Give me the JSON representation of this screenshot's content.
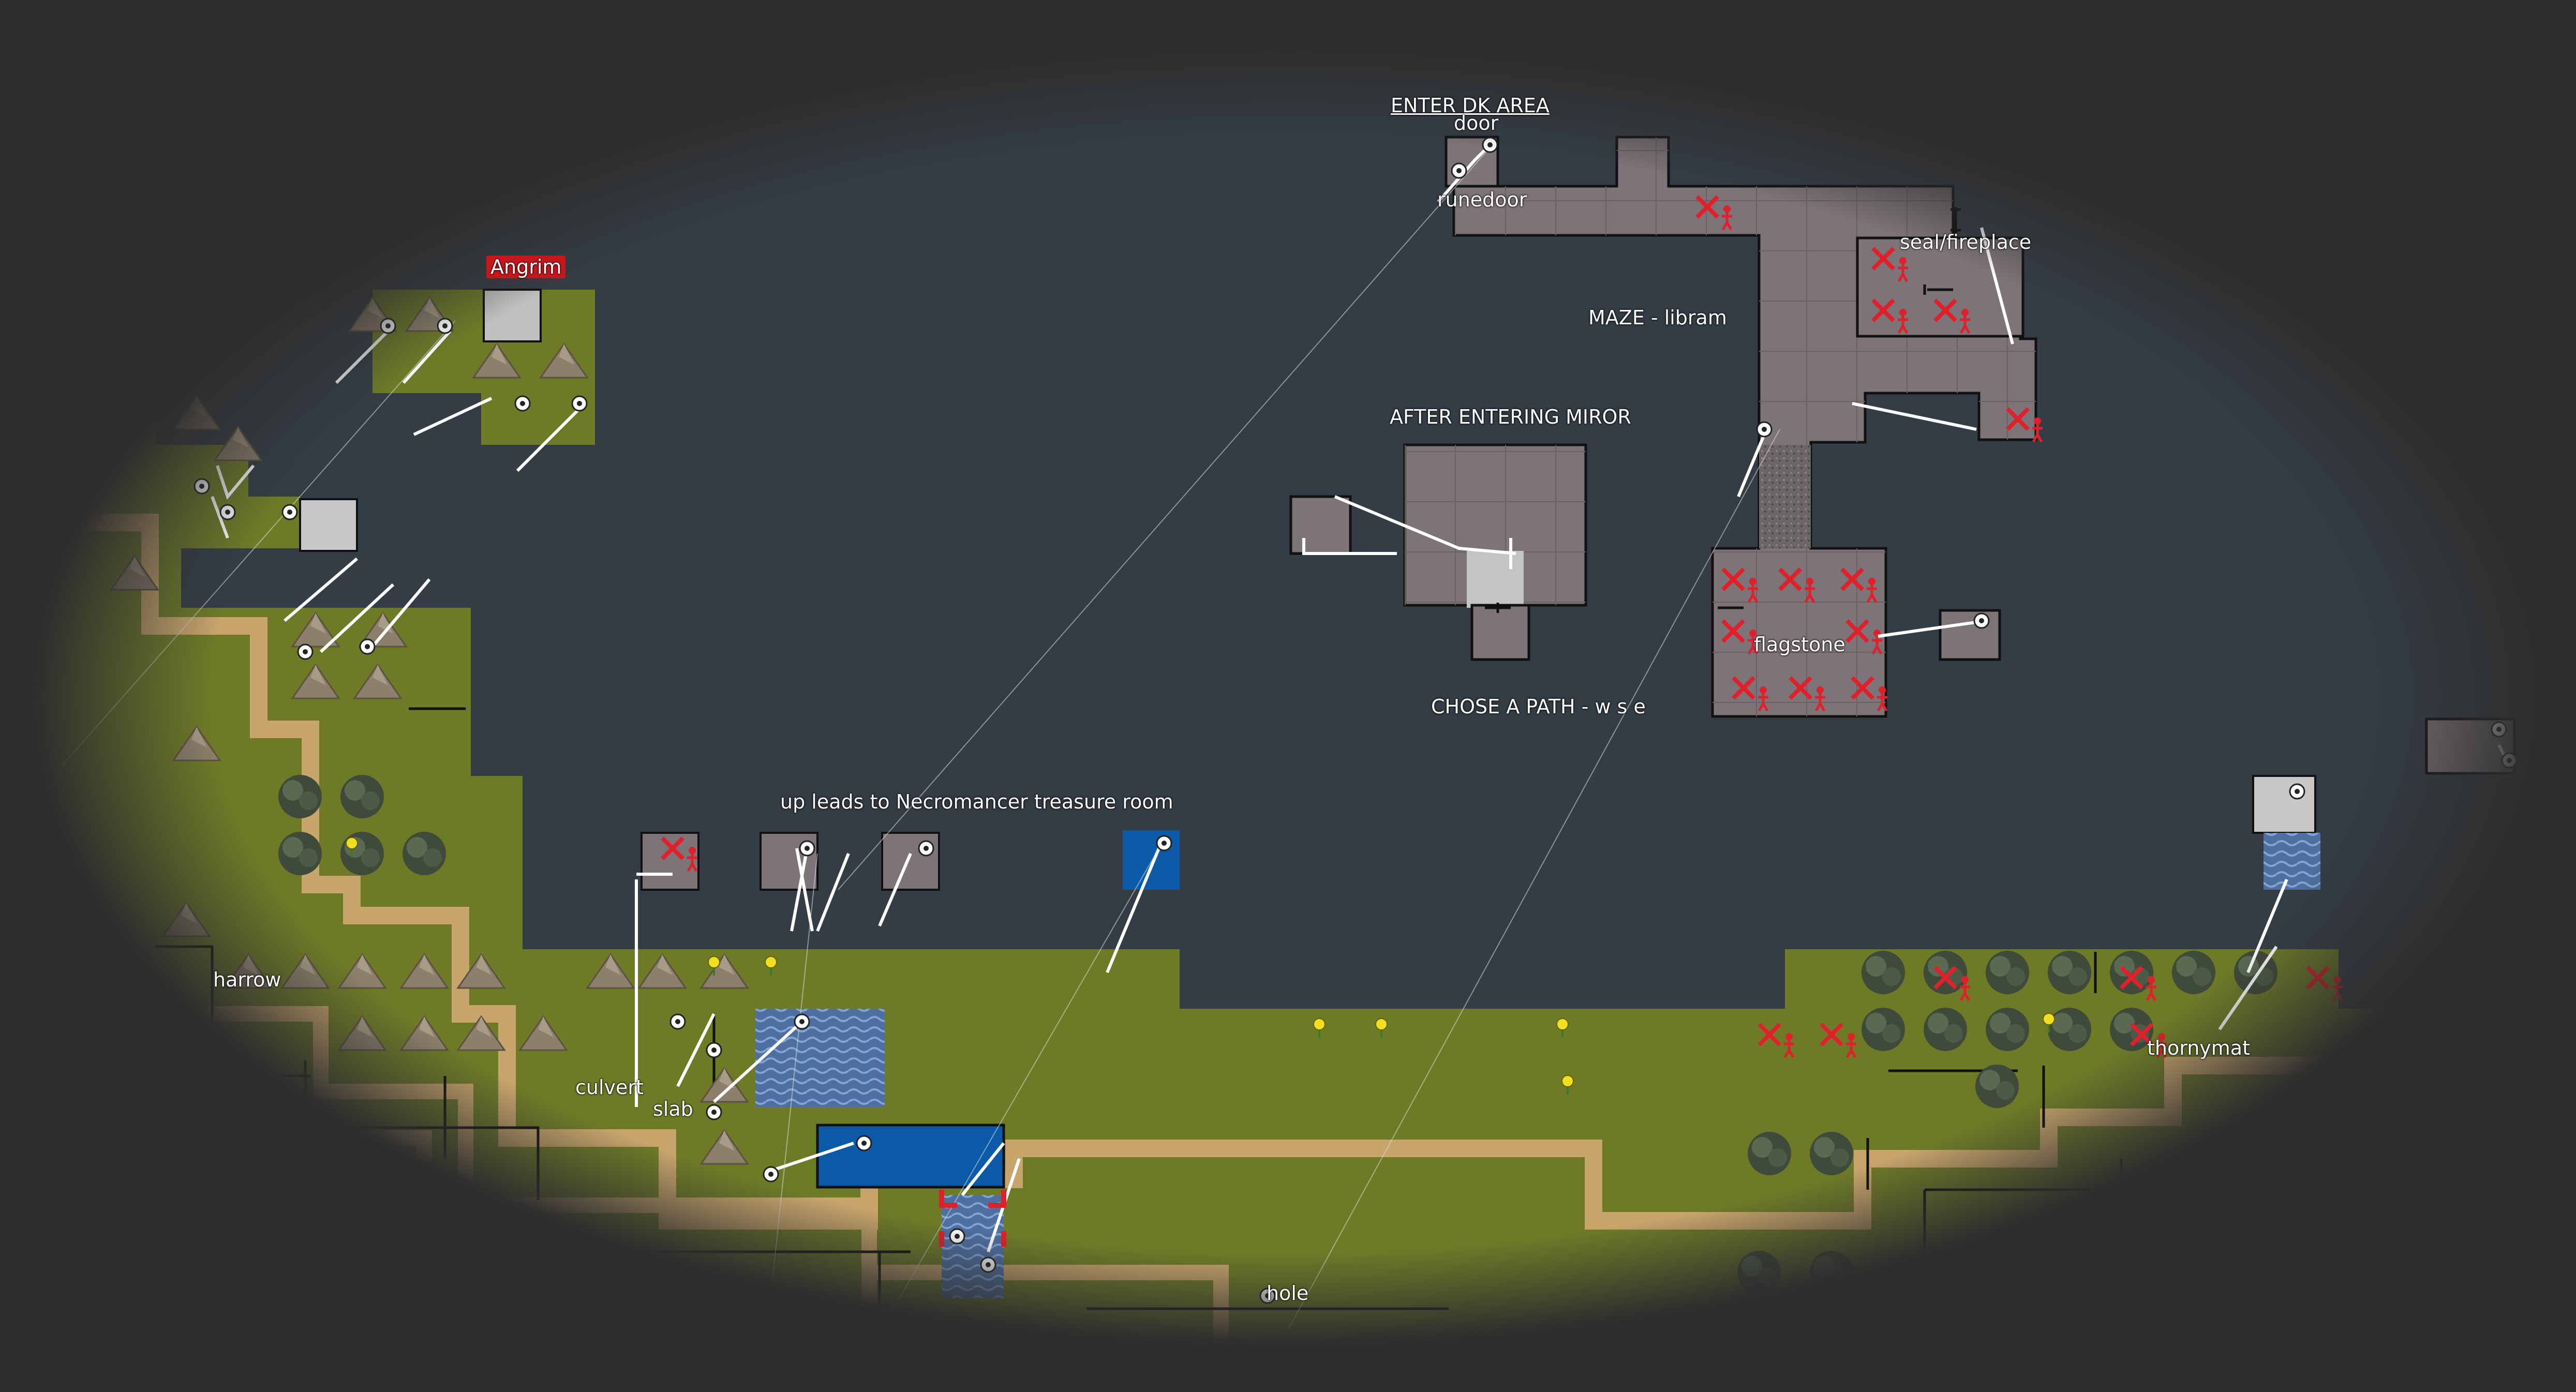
{
  "labels": {
    "angrim": "Angrim",
    "enter_dk_area": "ENTER DK AREA",
    "door": "door",
    "runedoor": "runedoor",
    "seal_fireplace": "seal/fireplace",
    "maze_libram": "MAZE - libram",
    "after_entering_miror": "AFTER ENTERING MIROR",
    "flagstone": "flagstone",
    "chose_a_path": "CHOSE A PATH - w s e",
    "up_leads": "up leads to Necromancer treasure room",
    "harrow": "harrow",
    "culvert": "culvert",
    "slab": "slab",
    "thornymat": "thornymat",
    "hole": "hole"
  },
  "colors": {
    "background": "#2e2e2e",
    "void": "#343d45",
    "grass": "#6f7a27",
    "path": "#c8a56c",
    "floor": "#7d7479",
    "water": "#0b5aa8",
    "marker_red": "#e0202a",
    "arrow": "#ffffff",
    "label_bg_red": "#c8161d"
  },
  "icons": {
    "monster": "red-x-figure-icon",
    "waypoint": "circle-dot-icon",
    "flower": "yellow-flower-icon",
    "rock": "mountain-icon",
    "tree": "tree-icon",
    "door": "door-bar-icon"
  }
}
